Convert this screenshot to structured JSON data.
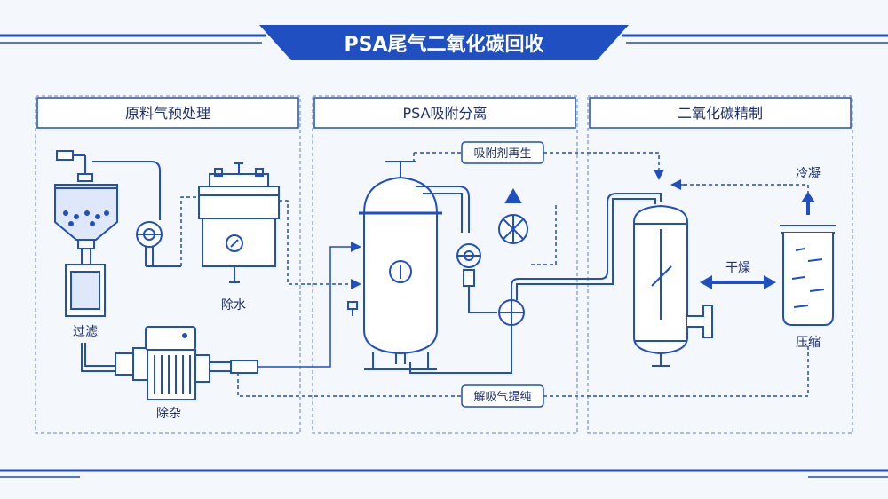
{
  "title": "PSA尾气二氧化碳回收",
  "colors": {
    "primary": "#1f4fc0",
    "dark": "#1a2f6e",
    "background": "#f4f7fc",
    "light_fill": "#dfe8fa"
  },
  "sections": [
    {
      "heading": "原料气预处理"
    },
    {
      "heading": "PSA吸附分离"
    },
    {
      "heading": "二氧化碳精制"
    }
  ],
  "labels": {
    "filter": "过滤",
    "dewater": "除水",
    "deimpurity": "除杂",
    "regeneration": "吸附剂再生",
    "desorption": "解吸气提纯",
    "drying": "干燥",
    "condensation": "冷凝",
    "compression": "压缩"
  }
}
